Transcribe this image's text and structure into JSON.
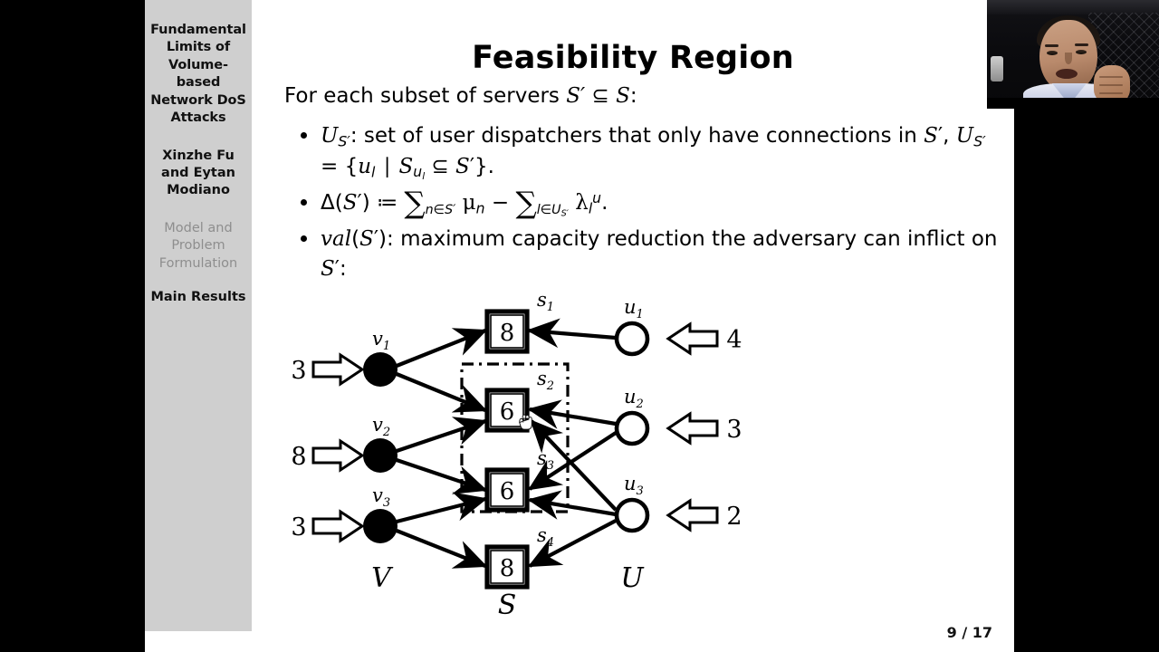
{
  "sidebar": {
    "title": "Fundamental Limits of Volume-based Network DoS Attacks",
    "title_lines": [
      "Fundamental",
      "Limits of",
      "Volume-",
      "based",
      "Network DoS",
      "Attacks"
    ],
    "authors": "Xinzhe Fu and Eytan Modiano",
    "author_lines": [
      "Xinzhe Fu",
      "and Eytan",
      "Modiano"
    ],
    "nav": [
      {
        "label": "Model and Problem Formulation",
        "lines": [
          "Model and",
          "Problem",
          "Formulation"
        ],
        "state": "inactive"
      },
      {
        "label": "Main Results",
        "lines": [
          "Main Results"
        ],
        "state": "active"
      }
    ],
    "bg_color": "#cfcfcf",
    "active_color": "#111111",
    "inactive_color": "#8e8e8e"
  },
  "slide": {
    "title": "Feasibility Region",
    "lead": "For each subset of servers S' ⊆ S:",
    "bullets": [
      "U_{S'}: set of user dispatchers that only have connections in S', U_{S'} = {u_l | S_{u_l} ⊆ S'}.",
      "Δ(S') := ∑_{n∈S'} μ_n − ∑_{l∈U_{S'}} λ_l^u.",
      "val(S'): maximum capacity reduction the adversary can inflict on S':"
    ],
    "page_number": "9 / 17"
  },
  "figure": {
    "group_labels": {
      "left": "V",
      "middle": "S",
      "right": "U"
    },
    "v_nodes": [
      {
        "id": "v1",
        "label": "v",
        "sub": "1",
        "inflow": "3"
      },
      {
        "id": "v2",
        "label": "v",
        "sub": "2",
        "inflow": "8"
      },
      {
        "id": "v3",
        "label": "v",
        "sub": "3",
        "inflow": "3"
      }
    ],
    "s_nodes": [
      {
        "id": "s1",
        "label": "s",
        "sub": "1",
        "capacity": "8"
      },
      {
        "id": "s2",
        "label": "s",
        "sub": "2",
        "capacity": "6"
      },
      {
        "id": "s3",
        "label": "s",
        "sub": "3",
        "capacity": "6"
      },
      {
        "id": "s4",
        "label": "s",
        "sub": "4",
        "capacity": "8"
      }
    ],
    "u_nodes": [
      {
        "id": "u1",
        "label": "u",
        "sub": "1",
        "inflow": "4"
      },
      {
        "id": "u2",
        "label": "u",
        "sub": "2",
        "inflow": "3"
      },
      {
        "id": "u3",
        "label": "u",
        "sub": "3",
        "inflow": "2"
      }
    ],
    "v_edges": [
      {
        "from": "v1",
        "to": "s1"
      },
      {
        "from": "v1",
        "to": "s2"
      },
      {
        "from": "v2",
        "to": "s2"
      },
      {
        "from": "v2",
        "to": "s3"
      },
      {
        "from": "v3",
        "to": "s3"
      },
      {
        "from": "v3",
        "to": "s4"
      }
    ],
    "u_edges": [
      {
        "from": "u1",
        "to": "s1"
      },
      {
        "from": "u2",
        "to": "s2"
      },
      {
        "from": "u2",
        "to": "s3"
      },
      {
        "from": "u3",
        "to": "s2"
      },
      {
        "from": "u3",
        "to": "s3"
      },
      {
        "from": "u3",
        "to": "s4"
      }
    ],
    "selection_box": {
      "contains": [
        "s2",
        "s3"
      ],
      "style": "dash-dot"
    }
  },
  "colors": {
    "slide_bg": "#ffffff",
    "letterbox": "#000000",
    "ink": "#000000"
  }
}
